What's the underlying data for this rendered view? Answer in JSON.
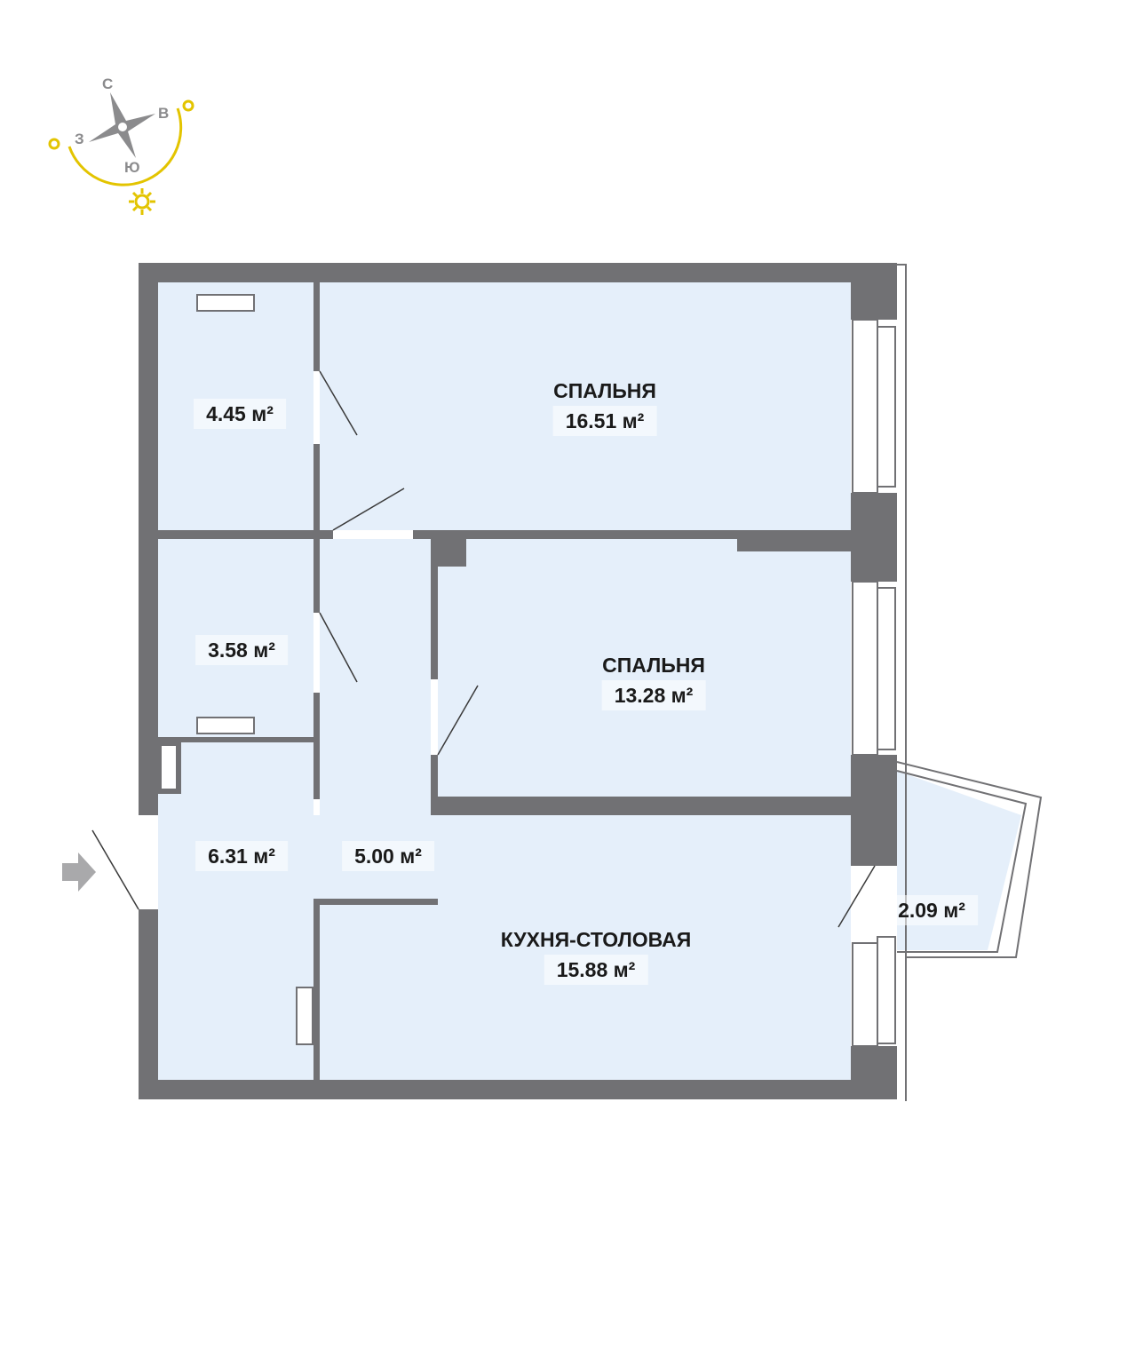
{
  "compass": {
    "north": "С",
    "east": "В",
    "south": "Ю",
    "west": "З"
  },
  "rooms": [
    {
      "name": "",
      "area": "4.45 м²"
    },
    {
      "name": "СПАЛЬНЯ",
      "area": "16.51 м²"
    },
    {
      "name": "",
      "area": "3.58 м²"
    },
    {
      "name": "СПАЛЬНЯ",
      "area": "13.28 м²"
    },
    {
      "name": "",
      "area": "6.31 м²"
    },
    {
      "name": "",
      "area": "5.00 м²"
    },
    {
      "name": "КУХНЯ-СТОЛОВАЯ",
      "area": "15.88 м²"
    },
    {
      "name": "",
      "area": "2.09 м²"
    }
  ],
  "colors": {
    "wall": "#717174",
    "room": "#e5effa",
    "sun": "#e3c400"
  }
}
